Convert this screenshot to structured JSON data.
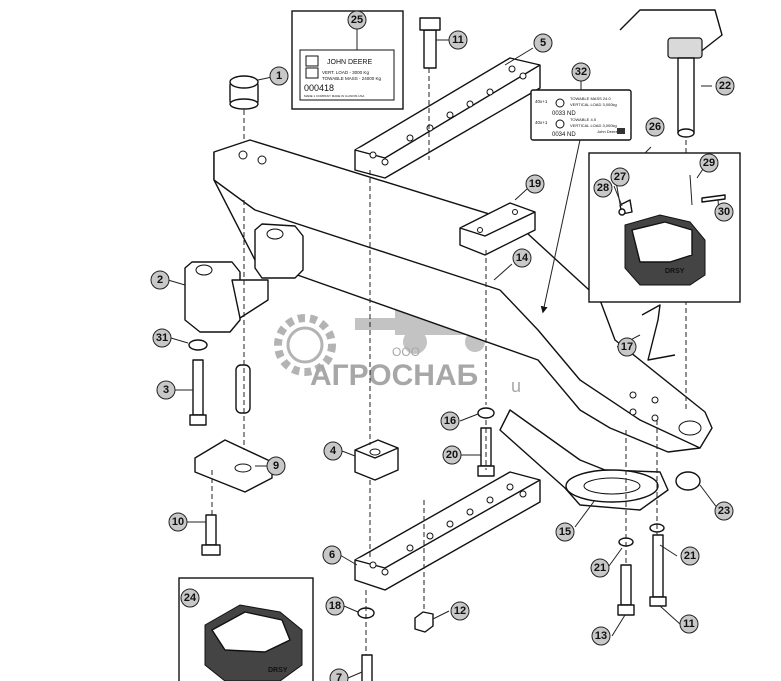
{
  "watermark": {
    "company_prefix": "ООО",
    "company_name": "АГРОСНАБ",
    "suffix": "u"
  },
  "plate25": {
    "callout": "25",
    "brand": "JOHN DEERE",
    "line1": "VERT. LOAD - 3000 Kg",
    "line2": "TOWABLE MASS - 24000 Kg",
    "code": "000418",
    "footer": "MADE 1 COMPANY MADE IN ILLINOIS USA"
  },
  "plate32": {
    "callout": "32",
    "row1_left": "40x+1",
    "row1_right_a": "TOWABLE MASS 24.0",
    "row1_right_b": "VERTICAL LOAD 3,000kg",
    "row1_code": "0033 ND",
    "row2_left": "40x+1",
    "row2_right_a": "TOWABLE 4.5",
    "row2_right_b": "VERTICAL LOAD 3,000kg",
    "row2_code": "0034 ND",
    "brand": "John Deere"
  },
  "callouts": {
    "c1": "1",
    "c2": "2",
    "c3": "3",
    "c4": "4",
    "c5": "5",
    "c6": "6",
    "c7": "7",
    "c9": "9",
    "c10": "10",
    "c11a": "11",
    "c11b": "11",
    "c12": "12",
    "c13": "13",
    "c14": "14",
    "c15": "15",
    "c16": "16",
    "c17": "17",
    "c18": "18",
    "c19": "19",
    "c20": "20",
    "c21a": "21",
    "c21b": "21",
    "c22": "22",
    "c23": "23",
    "c24": "24",
    "c26": "26",
    "c27": "27",
    "c28": "28",
    "c29": "29",
    "c30": "30",
    "c31": "31"
  },
  "inset_label": "DRSY"
}
